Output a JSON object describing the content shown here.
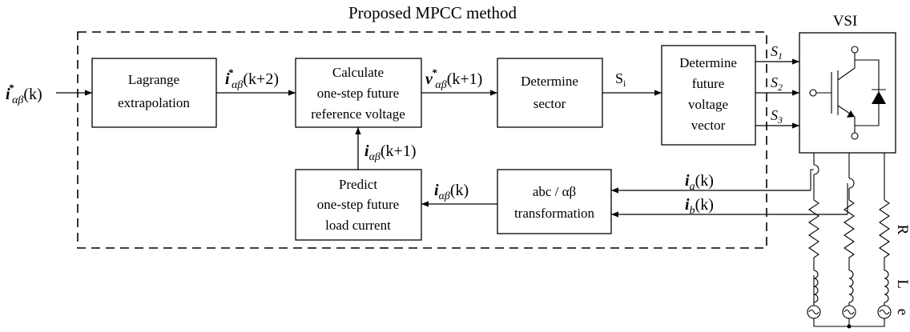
{
  "title": "Proposed MPCC method",
  "inverter_label": "VSI",
  "blocks": {
    "lagrange": [
      "Lagrange",
      "extrapolation"
    ],
    "calc_voltage": [
      "Calculate",
      "one-step future",
      "reference voltage"
    ],
    "sector": [
      "Determine",
      "sector"
    ],
    "future_vector": [
      "Determine",
      "future",
      "voltage",
      "vector"
    ],
    "predict_current": [
      "Predict",
      "one-step future",
      "load current"
    ],
    "transform": [
      "abc / αβ",
      "transformation"
    ]
  },
  "signals": {
    "input_ref": {
      "sym": "i",
      "sup": "*",
      "sub": "αβ",
      "arg": "(k)"
    },
    "ref_k2": {
      "sym": "i",
      "sup": "*",
      "sub": "αβ",
      "arg": "(k+2)"
    },
    "vref": {
      "sym": "v",
      "sup": "*",
      "sub": "αβ",
      "arg": "(k+1)"
    },
    "sector_out": {
      "sym": "S",
      "sub": "i"
    },
    "i_k1": {
      "sym": "i",
      "sub": "αβ",
      "arg": "(k+1)"
    },
    "i_k": {
      "sym": "i",
      "sub": "αβ",
      "arg": "(k)"
    },
    "ia": {
      "sym": "i",
      "sub": "a",
      "arg": "(k)"
    },
    "ib": {
      "sym": "i",
      "sub": "b",
      "arg": "(k)"
    },
    "s1": {
      "sym": "S",
      "sub": "1"
    },
    "s2": {
      "sym": "S",
      "sub": "2"
    },
    "s3": {
      "sym": "S",
      "sub": "3"
    }
  },
  "load_labels": {
    "r": "R",
    "l": "L",
    "e": "e"
  }
}
